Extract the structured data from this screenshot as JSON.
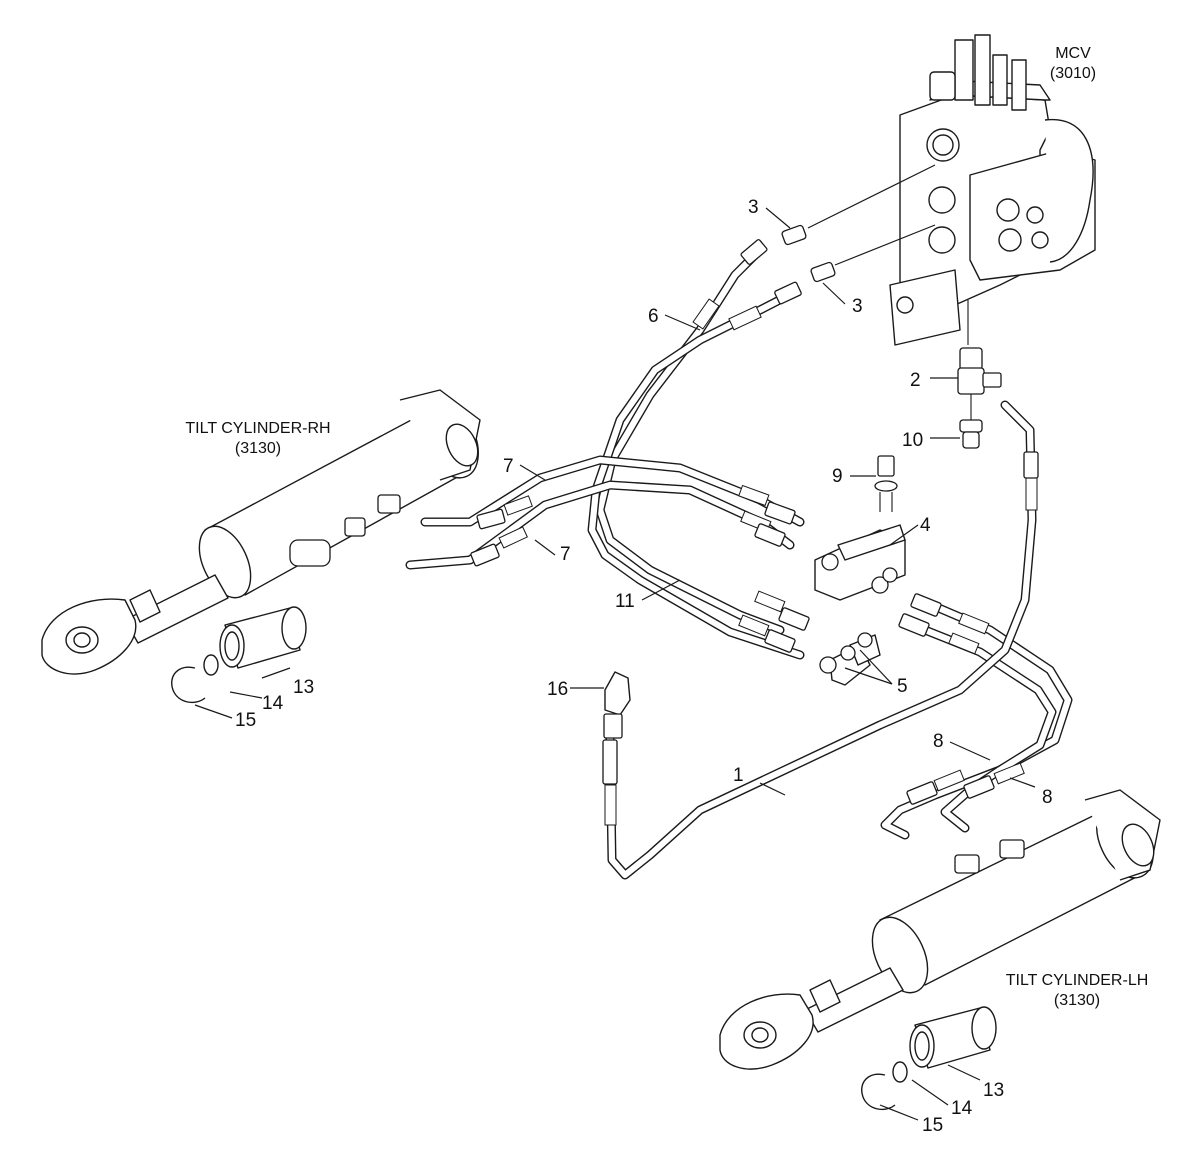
{
  "assemblies": {
    "mcv": {
      "name": "MCV",
      "code": "(3010)"
    },
    "tilt_rh": {
      "name": "TILT CYLINDER-RH",
      "code": "(3130)"
    },
    "tilt_lh": {
      "name": "TILT CYLINDER-LH",
      "code": "(3130)"
    }
  },
  "callouts": {
    "c3a": "3",
    "c3b": "3",
    "c6": "6",
    "c2": "2",
    "c10": "10",
    "c9": "9",
    "c4": "4",
    "c7a": "7",
    "c7b": "7",
    "c11": "11",
    "c5": "5",
    "c16": "16",
    "c1": "1",
    "c8a": "8",
    "c8b": "8",
    "c13a": "13",
    "c14a": "14",
    "c15a": "15",
    "c13b": "13",
    "c14b": "14",
    "c15b": "15"
  }
}
